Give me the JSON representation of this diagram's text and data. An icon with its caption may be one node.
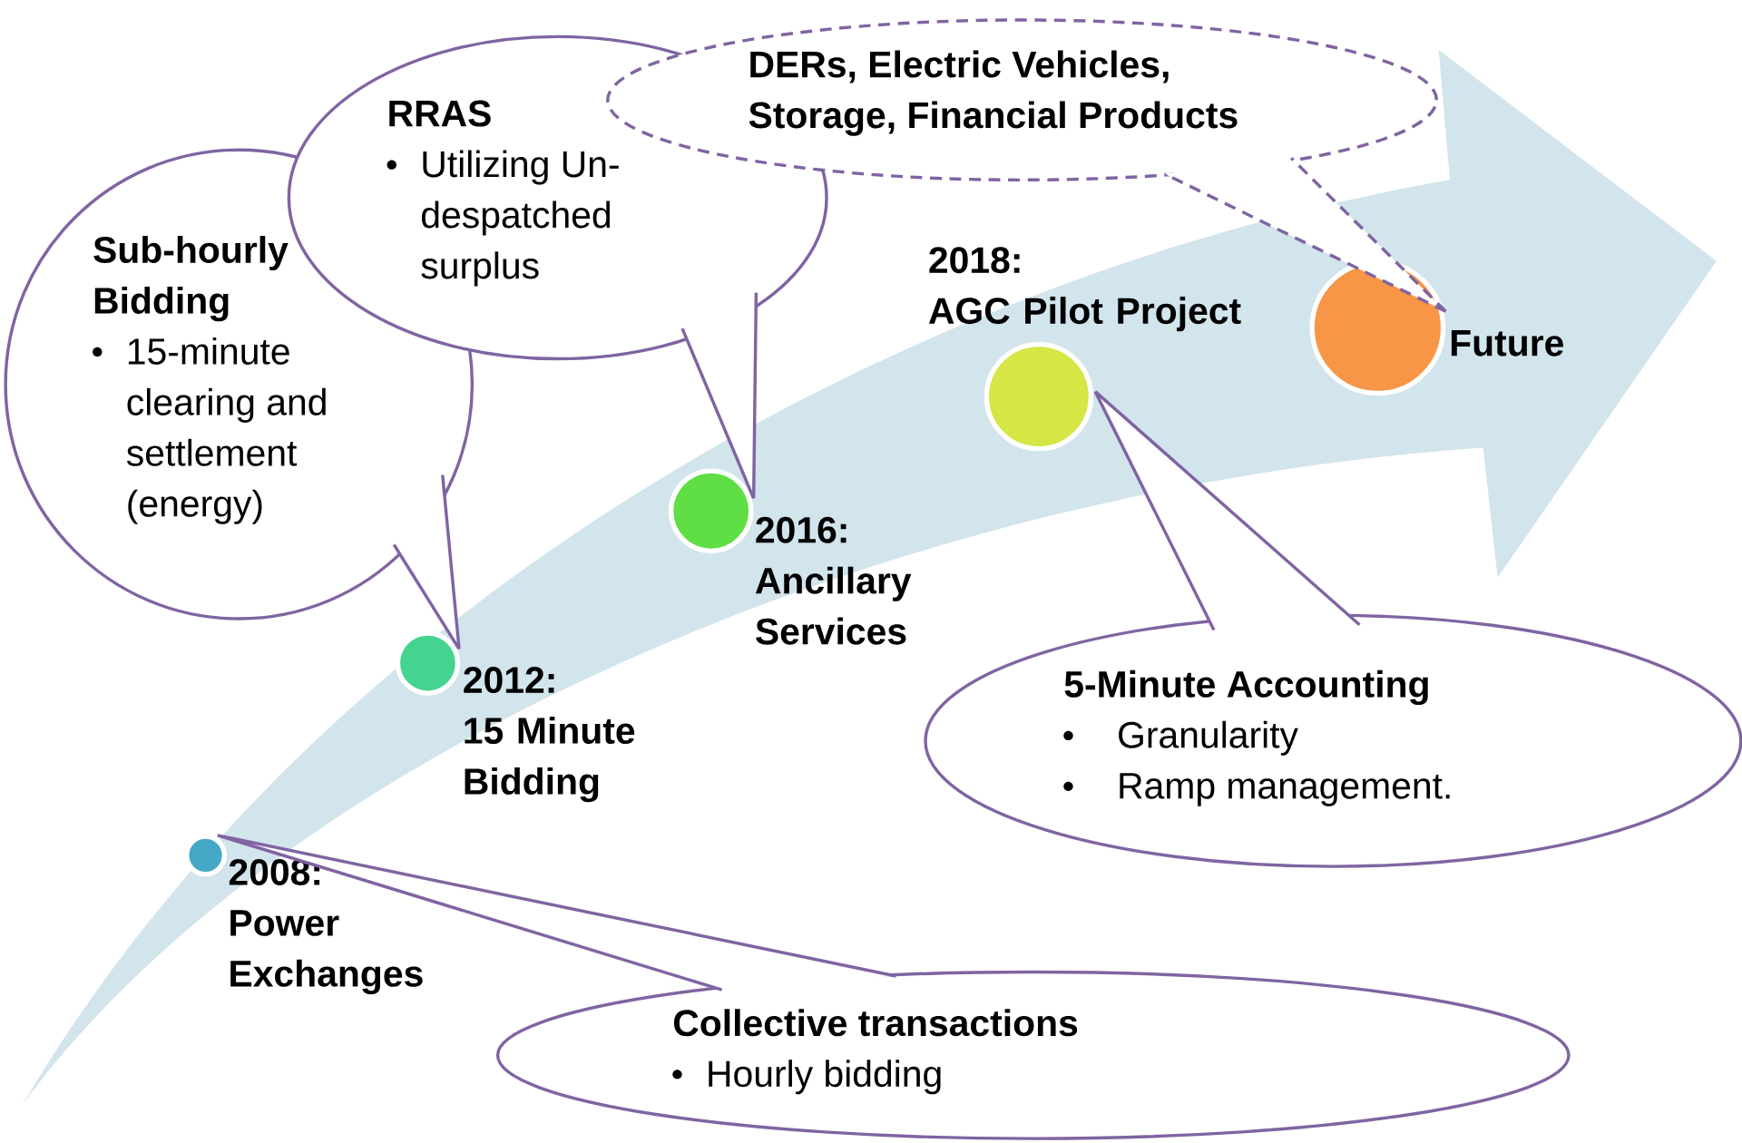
{
  "diagram": {
    "nodes": [
      {
        "text": [
          "Sub-hourly Bidding",
          "15-minute clearing and settlement (energy)"
        ]
      },
      {
        "text": [
          "RRAS",
          "Utilizing Un-despatched surplus"
        ]
      },
      {
        "text": [
          "DERs, Electric Vehicles, Storage, Financial Products"
        ]
      },
      {
        "text": [],
        "shape": "circle",
        "beside": [
          "2018:",
          "AGC Pilot Project"
        ]
      },
      {
        "text": [],
        "shape": "circle",
        "beside": [
          "Future"
        ]
      },
      {
        "text": [],
        "shape": "circle",
        "beside": [
          "2016:",
          "Ancillary Services"
        ]
      },
      {
        "text": [
          "5-Minute Accounting",
          "Granularity",
          "Ramp management."
        ]
      },
      {
        "text": [],
        "shape": "circle",
        "beside": [
          "2012:",
          "15 Minute Bidding"
        ]
      },
      {
        "text": [],
        "shape": "circle",
        "beside": [
          "2008:",
          "Power Exchanges"
        ]
      },
      {
        "text": [
          "Collective transactions",
          "Hourly bidding"
        ]
      }
    ],
    "edges": [
      {
        "from": 9,
        "to": 8,
        "arrow": "none"
      },
      {
        "from": 0,
        "to": 7,
        "arrow": "none"
      },
      {
        "from": 1,
        "to": 5,
        "arrow": "none"
      },
      {
        "from": 6,
        "to": 3,
        "arrow": "none"
      },
      {
        "from": 2,
        "to": 4,
        "arrow": "none",
        "style": "dashed"
      }
    ]
  }
}
